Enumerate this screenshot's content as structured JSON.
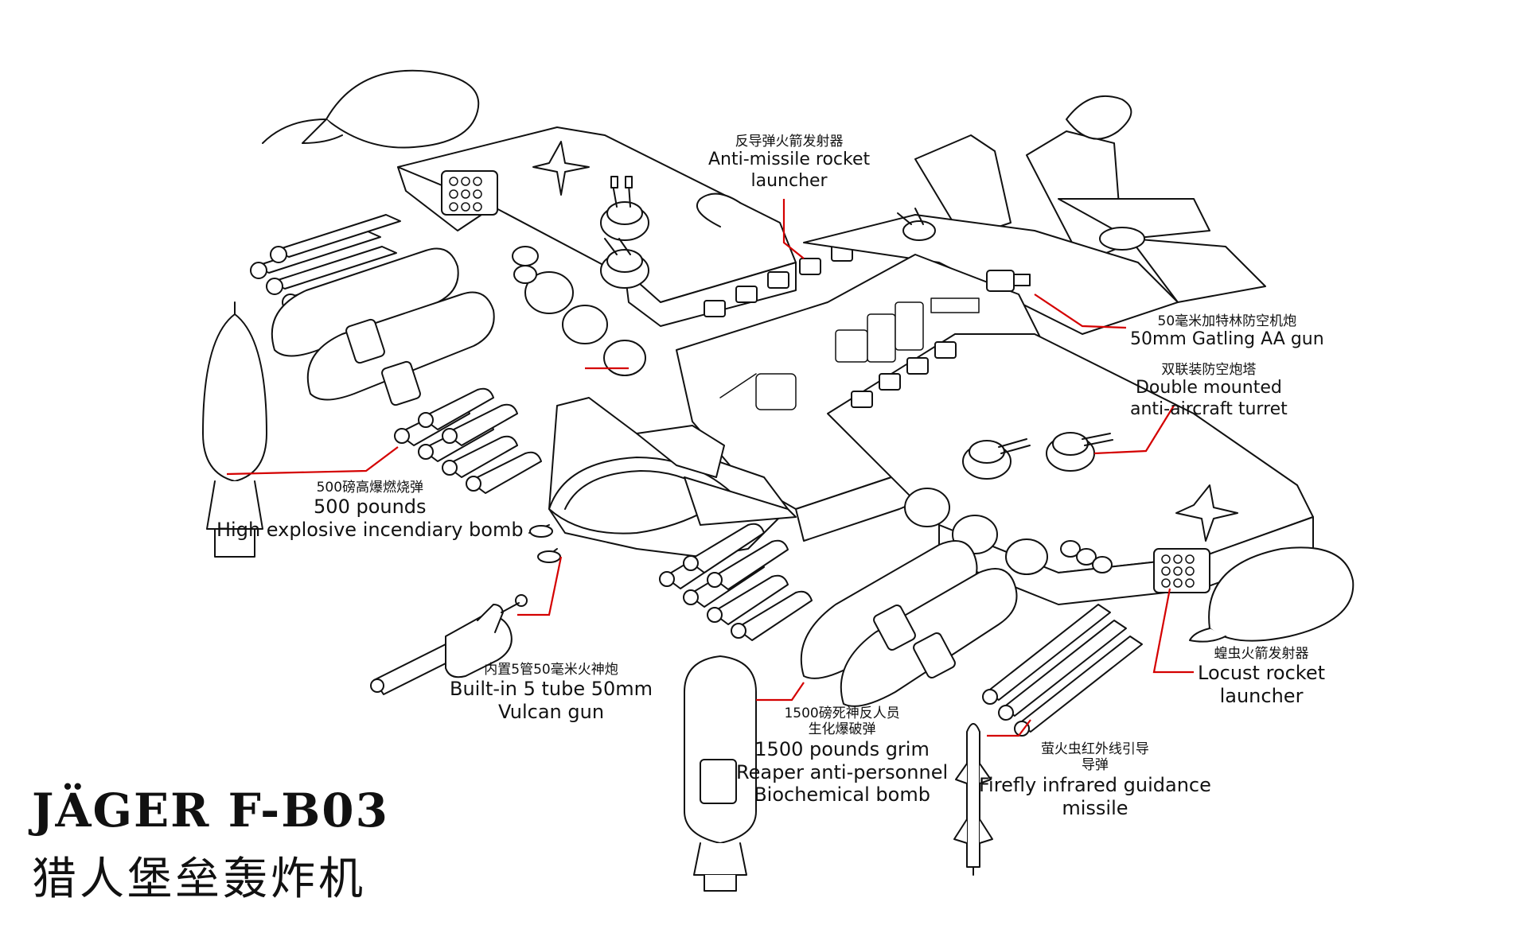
{
  "title": {
    "model": "JÄGER F-B03",
    "name_zh": "猎人堡垒轰炸机"
  },
  "callouts": {
    "anti_missile": {
      "zh": "反导弹火箭发射器",
      "en_1": "Anti-missile rocket",
      "en_2": "launcher"
    },
    "gatling": {
      "zh": "50毫米加特林防空机炮",
      "en_1": "50mm Gatling AA gun"
    },
    "turret": {
      "zh": "双联装防空炮塔",
      "en_1": "Double mounted",
      "en_2": "anti-aircraft turret"
    },
    "bomb500": {
      "zh": "500磅高爆燃烧弹",
      "en_1": "500 pounds",
      "en_2": "High explosive incendiary bomb"
    },
    "vulcan": {
      "zh": "内置5管50毫米火神炮",
      "en_1": "Built-in 5 tube 50mm",
      "en_2": "Vulcan gun"
    },
    "bomb1500": {
      "zh_1": "1500磅死神反人员",
      "zh_2": "生化爆破弹",
      "en_1": "1500 pounds grim",
      "en_2": "Reaper anti-personnel",
      "en_3": "Biochemical bomb"
    },
    "firefly": {
      "zh_1": "萤火虫红外线引导",
      "zh_2": "导弹",
      "en_1": "Firefly infrared guidance",
      "en_2": "missile"
    },
    "locust": {
      "zh": "蝗虫火箭发射器",
      "en_1": "Locust rocket",
      "en_2": "launcher"
    }
  },
  "colors": {
    "line": "#111111",
    "leader": "#d40000",
    "fill": "#ffffff"
  }
}
